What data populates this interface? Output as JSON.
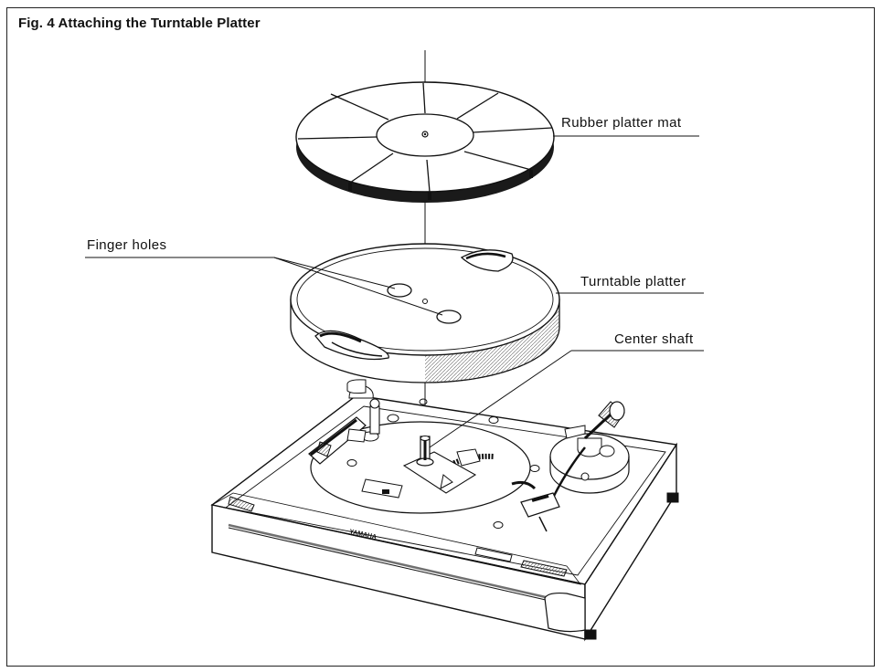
{
  "figure": {
    "title": "Fig. 4  Attaching the Turntable Platter",
    "brand": "YAMAHA"
  },
  "labels": {
    "rubber_platter_mat": "Rubber platter mat",
    "finger_holes": "Finger holes",
    "turntable_platter": "Turntable platter",
    "center_shaft": "Center shaft"
  }
}
